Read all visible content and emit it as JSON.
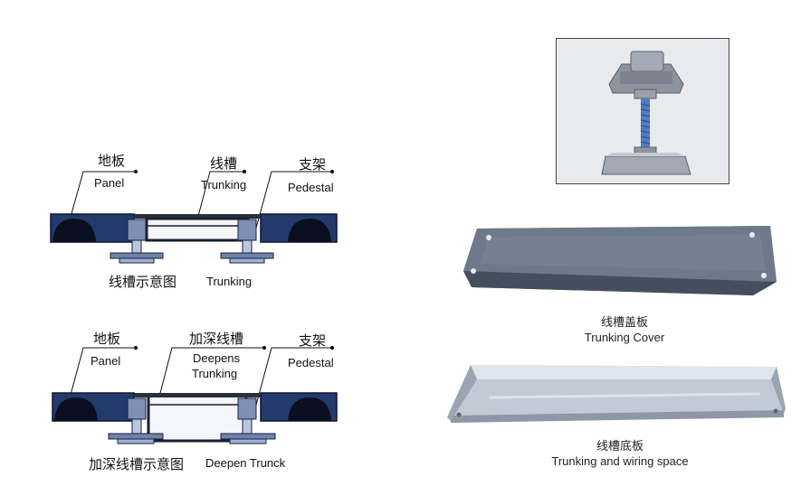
{
  "diagram1": {
    "panel_cn": "地板",
    "panel_en": "Panel",
    "trunking_cn": "线槽",
    "trunking_en": "Trunking",
    "pedestal_cn": "支架",
    "pedestal_en": "Pedestal",
    "caption_cn": "线槽示意图",
    "caption_en": "Trunking"
  },
  "diagram2": {
    "panel_cn": "地板",
    "panel_en": "Panel",
    "trunking_cn": "加深线槽",
    "trunking_en_line1": "Deepens",
    "trunking_en_line2": "Trunking",
    "pedestal_cn": "支架",
    "pedestal_en": "Pedestal",
    "caption_cn": "加深线槽示意图",
    "caption_en": "Deepen Trunck"
  },
  "products": {
    "cover_cn": "线槽盖板",
    "cover_en": "Trunking Cover",
    "base_cn": "线槽底板",
    "base_en": "Trunking and wiring space"
  },
  "colors": {
    "panel_fill": "#223a6e",
    "panel_dark": "#0b1225",
    "pedestal_fill": "#9fb3d6",
    "metal_light": "#cfd8e3",
    "metal_dark": "#44506a"
  }
}
